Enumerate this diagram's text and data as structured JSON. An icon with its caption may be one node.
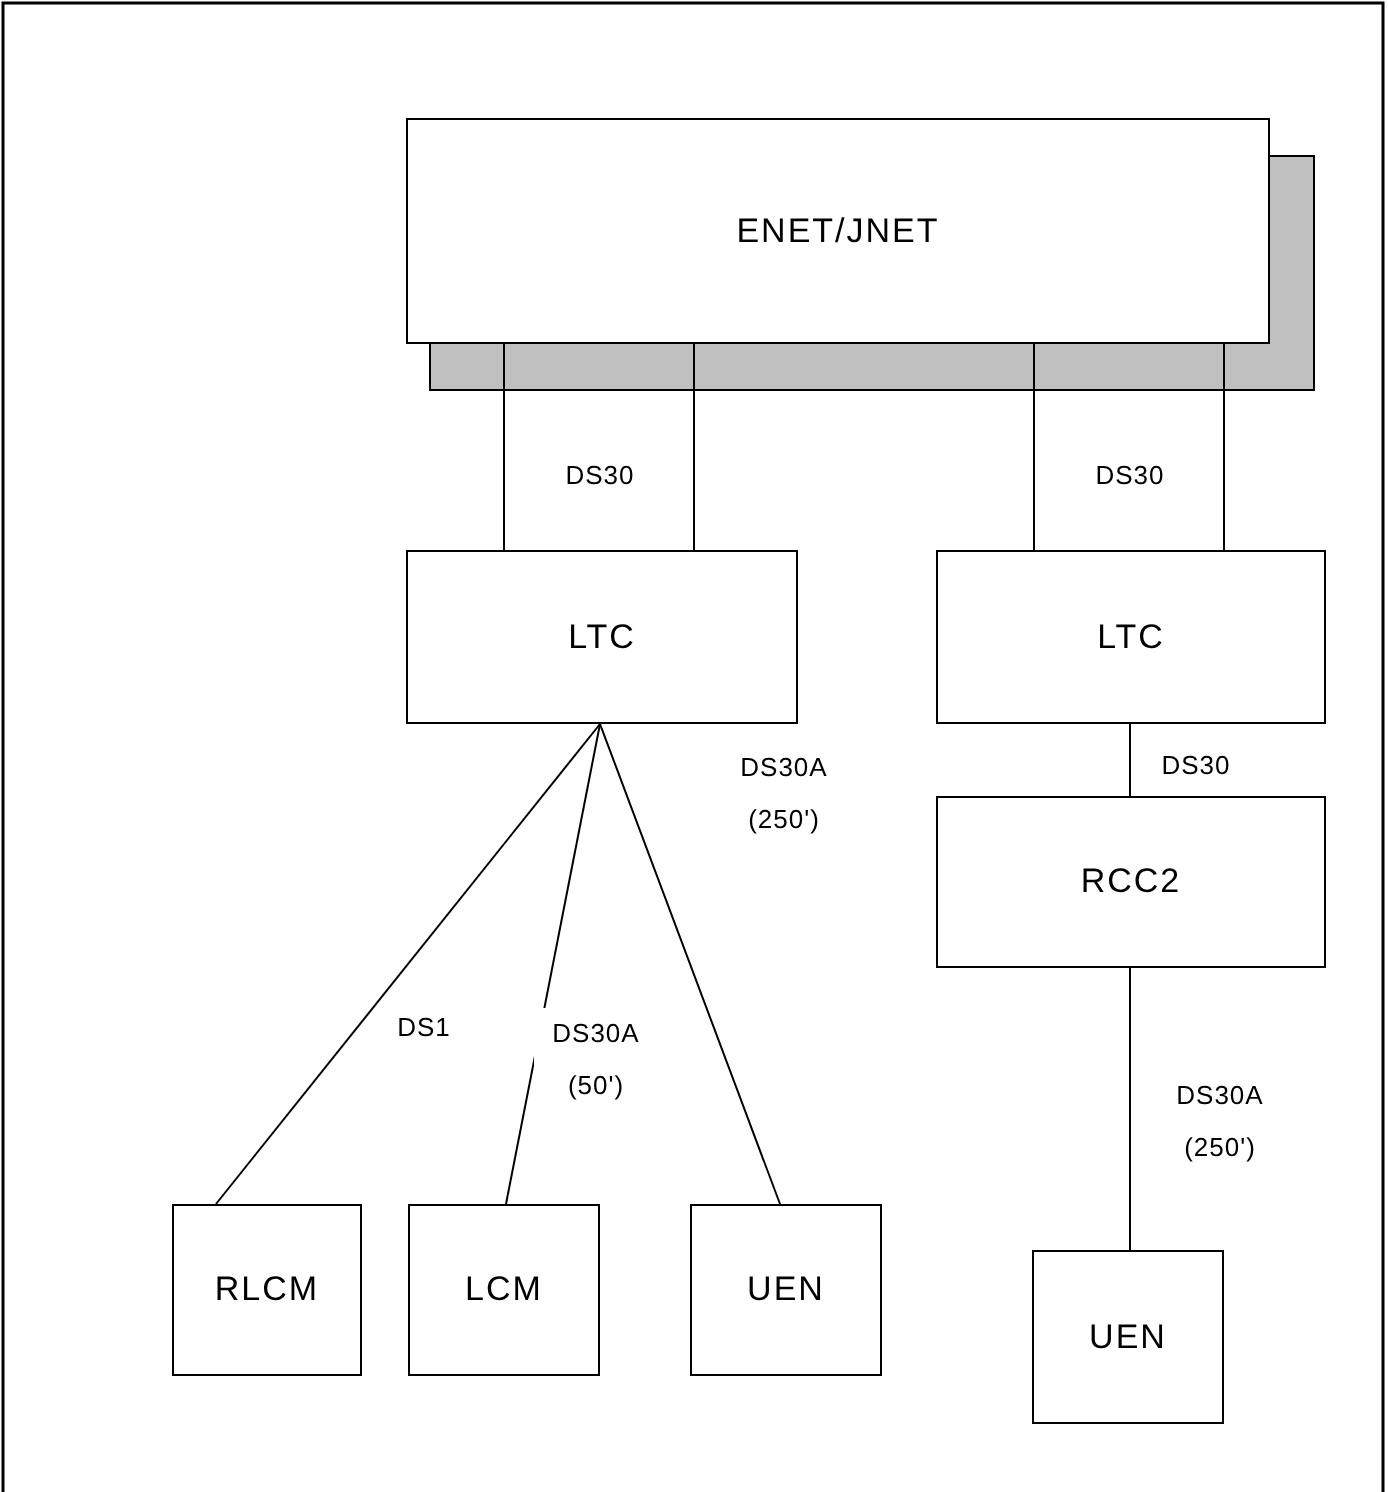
{
  "diagram": {
    "nodes": [
      {
        "text": [
          "ENET/JNET"
        ]
      },
      {
        "text": [
          "LTC"
        ]
      },
      {
        "text": [
          "LTC"
        ]
      },
      {
        "text": [
          "RCC2"
        ]
      },
      {
        "text": [
          "RLCM"
        ]
      },
      {
        "text": [
          "LCM"
        ]
      },
      {
        "text": [
          "UEN"
        ]
      },
      {
        "text": [
          "UEN"
        ]
      }
    ],
    "edges": [
      {
        "from": 0,
        "to": 1,
        "arrow": "none",
        "label": "DS30"
      },
      {
        "from": 0,
        "to": 1,
        "arrow": "none"
      },
      {
        "from": 0,
        "to": 2,
        "arrow": "none",
        "label": "DS30"
      },
      {
        "from": 0,
        "to": 2,
        "arrow": "none"
      },
      {
        "from": 2,
        "to": 3,
        "arrow": "none",
        "label": "DS30"
      },
      {
        "from": 1,
        "to": 4,
        "arrow": "none",
        "label": "DS1"
      },
      {
        "from": 1,
        "to": 5,
        "arrow": "none",
        "label": "DS30A (50')"
      },
      {
        "from": 1,
        "to": 6,
        "arrow": "none",
        "label": "DS30A (250')"
      },
      {
        "from": 3,
        "to": 7,
        "arrow": "none",
        "label": "DS30A (250')"
      }
    ]
  }
}
